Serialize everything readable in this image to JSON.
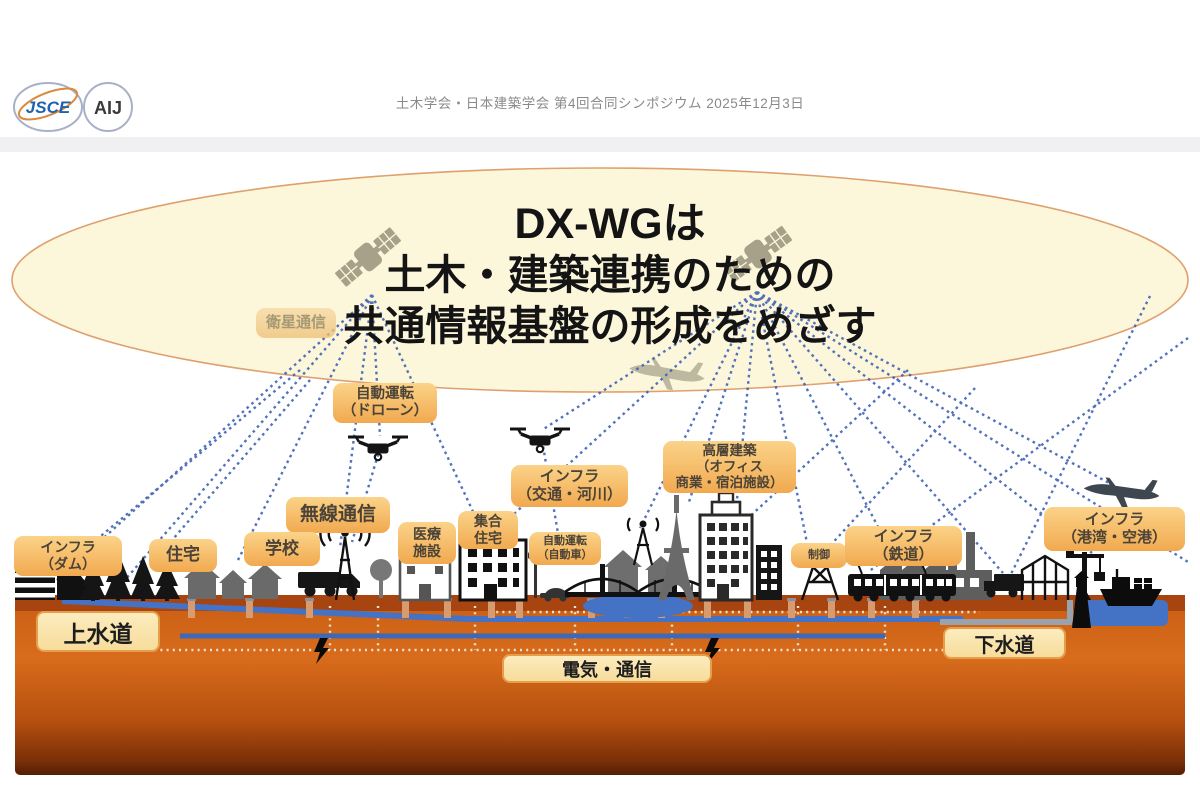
{
  "header": {
    "symposium": "土木学会・日本建築学会 第4回合同シンポジウム 2025年12月3日"
  },
  "logos": {
    "jsce": "JSCE",
    "aij": "AIJ"
  },
  "title": {
    "line1": "DX-WGは",
    "line2": "土木・建築連携のための",
    "line3": "共通情報基盤の形成をめざす"
  },
  "labels": {
    "satellite_comm": "衛星通信",
    "drone_auto": "自動運転\n（ドローン）",
    "wireless": "無線通信",
    "infra_dam": "インフラ\n（ダム）",
    "housing": "住宅",
    "school": "学校",
    "medical": "医療\n施設",
    "apartment": "集合\n住宅",
    "infra_traffic_river": "インフラ\n（交通・河川）",
    "auto_car": "自動運転\n（自動車）",
    "highrise": "高層建築\n（オフィス\n商業・宿泊施設）",
    "control": "制御",
    "infra_rail": "インフラ\n（鉄道）",
    "infra_port_airport": "インフラ\n（港湾・空港）",
    "water_supply": "上水道",
    "sewerage": "下水道",
    "electric_comm": "電気・通信"
  },
  "colors": {
    "label_orange_top": "#FBD389",
    "label_orange_bottom": "#F1A94F",
    "cream_box": "#FCEBBC",
    "cream_box_border": "#E59E4A",
    "ellipse_fill": "#FCF7DB",
    "ellipse_border": "#DFA06E",
    "dashed_line_blue": "#3B5FB4",
    "ground_orange": "#D96C1C",
    "water_blue": "#4472C4",
    "satellite_gray": "#A7A18A"
  }
}
